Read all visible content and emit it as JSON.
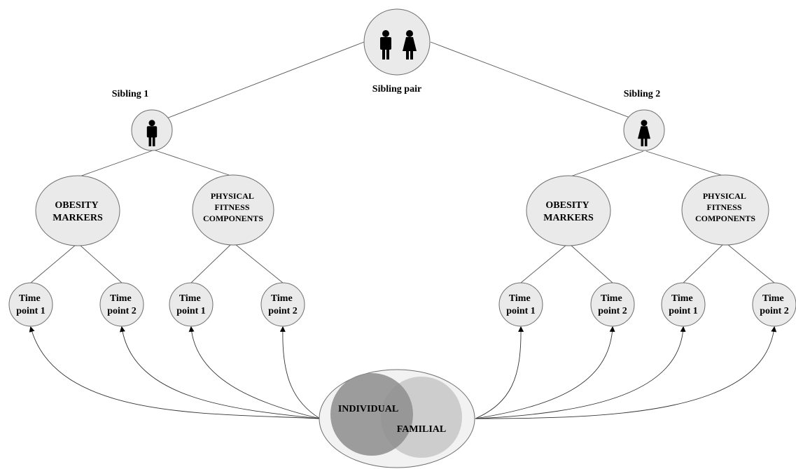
{
  "top": {
    "label": "Sibling pair",
    "icon": "male-female-pair-icon"
  },
  "siblings": [
    {
      "label": "Sibling 1",
      "icon": "male-person-icon",
      "groups": [
        {
          "lines": [
            "OBESITY",
            "MARKERS"
          ],
          "times": [
            [
              "Time",
              "point 1"
            ],
            [
              "Time",
              "point 2"
            ]
          ]
        },
        {
          "lines": [
            "PHYSICAL",
            "FITNESS",
            "COMPONENTS"
          ],
          "times": [
            [
              "Time",
              "point 1"
            ],
            [
              "Time",
              "point 2"
            ]
          ]
        }
      ]
    },
    {
      "label": "Sibling 2",
      "icon": "female-person-icon",
      "groups": [
        {
          "lines": [
            "OBESITY",
            "MARKERS"
          ],
          "times": [
            [
              "Time",
              "point 1"
            ],
            [
              "Time",
              "point 2"
            ]
          ]
        },
        {
          "lines": [
            "PHYSICAL",
            "FITNESS",
            "COMPONENTS"
          ],
          "times": [
            [
              "Time",
              "point 1"
            ],
            [
              "Time",
              "point 2"
            ]
          ]
        }
      ]
    }
  ],
  "bottom": {
    "individual": "INDIVIDUAL",
    "familial": "FAMILIAL",
    "colors": {
      "individual": "#8f8f8f",
      "familial": "#c9c9c9",
      "outer": "#f2f2f2"
    }
  }
}
